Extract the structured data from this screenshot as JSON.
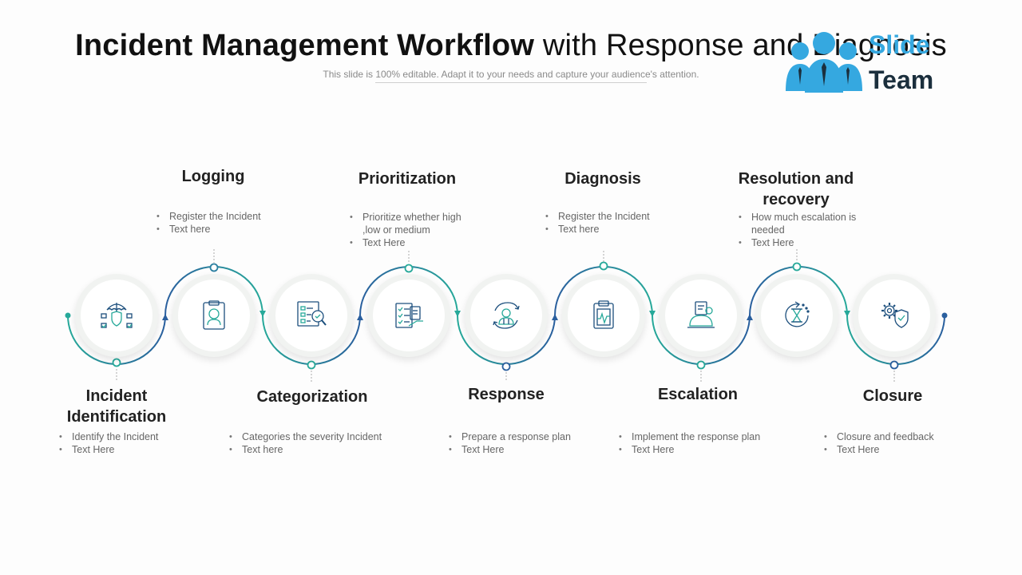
{
  "header": {
    "title_bold": "Incident Management Workflow",
    "title_regular": "with Response and Diagnosis",
    "subtitle": "This slide is 100% editable. Adapt it to your needs and capture your audience's attention."
  },
  "logo": {
    "line1": "Slide",
    "line2": "Team"
  },
  "colors": {
    "teal": "#27a99a",
    "blue": "#2a5f9e",
    "icon": "#1c4f7d"
  },
  "steps": [
    {
      "title": "Incident Identification",
      "bullets": [
        "Identify the Incident",
        "Text Here"
      ],
      "icon": "umbrella-shield-icon"
    },
    {
      "title": "Logging",
      "bullets": [
        "Register the Incident",
        "Text here"
      ],
      "icon": "id-clipboard-icon"
    },
    {
      "title": "Categorization",
      "bullets": [
        "Categories the severity Incident",
        "Text here"
      ],
      "icon": "checklist-magnifier-icon"
    },
    {
      "title": "Prioritization",
      "bullets": [
        "Prioritize whether high ,low or medium",
        "Text Here"
      ],
      "icon": "task-checklist-icon"
    },
    {
      "title": "Response",
      "bullets": [
        "Prepare a response plan",
        "Text Here"
      ],
      "icon": "support-agent-icon"
    },
    {
      "title": "Diagnosis",
      "bullets": [
        "Register the Incident",
        "Text here"
      ],
      "icon": "clipboard-chart-icon"
    },
    {
      "title": "Escalation",
      "bullets": [
        "Implement the response plan",
        "Text Here"
      ],
      "icon": "service-bell-icon"
    },
    {
      "title": "Resolution and recovery",
      "bullets": [
        "How much escalation is needed",
        "Text Here"
      ],
      "icon": "hourglass-refresh-icon"
    },
    {
      "title": "Closure",
      "bullets": [
        "Closure and feedback",
        "Text Here"
      ],
      "icon": "gear-shield-icon"
    }
  ]
}
